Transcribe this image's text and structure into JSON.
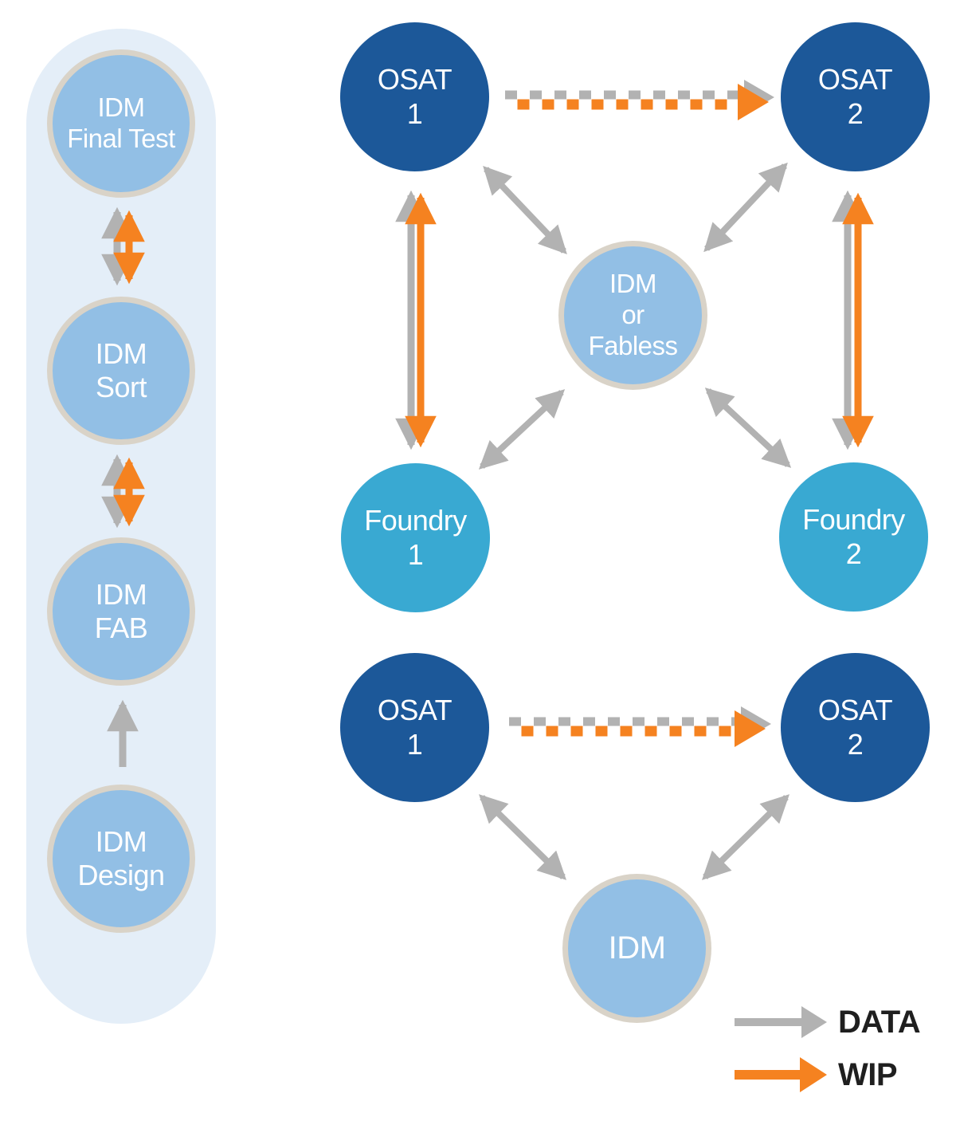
{
  "colors": {
    "dark_blue_node": "#1C5899",
    "cyan_node": "#39A9D2",
    "light_blue_node": "#92BFE5",
    "node_ring_gray": "#D9D3C8",
    "pill_background": "#E4EEF8",
    "arrow_gray": "#B2B2B2",
    "arrow_orange": "#F58220",
    "legend_text": "#1F1F1F"
  },
  "left_column": {
    "nodes": [
      {
        "id": "idm-final-test",
        "label": "IDM\nFinal Test"
      },
      {
        "id": "idm-sort",
        "label": "IDM\nSort"
      },
      {
        "id": "idm-fab",
        "label": "IDM\nFAB"
      },
      {
        "id": "idm-design",
        "label": "IDM\nDesign"
      }
    ],
    "connections": [
      {
        "from": "IDM Final Test",
        "to": "IDM Sort",
        "arrows": [
          "DATA",
          "WIP"
        ],
        "bidirectional": true
      },
      {
        "from": "IDM Sort",
        "to": "IDM FAB",
        "arrows": [
          "DATA",
          "WIP"
        ],
        "bidirectional": true
      },
      {
        "from": "IDM Design",
        "to": "IDM FAB",
        "arrows": [
          "DATA"
        ],
        "bidirectional": false
      }
    ]
  },
  "top_network": {
    "nodes": [
      {
        "id": "osat-1",
        "label": "OSAT\n1"
      },
      {
        "id": "osat-2",
        "label": "OSAT\n2"
      },
      {
        "id": "idm-or-fabless",
        "label": "IDM\nor\nFabless"
      },
      {
        "id": "foundry-1",
        "label": "Foundry\n1"
      },
      {
        "id": "foundry-2",
        "label": "Foundry\n2"
      }
    ],
    "connections": [
      {
        "from": "OSAT 1",
        "to": "OSAT 2",
        "arrows": [
          "DATA",
          "WIP"
        ],
        "style": "dashed",
        "bidirectional": false
      },
      {
        "from": "OSAT 1",
        "to": "Foundry 1",
        "arrows": [
          "DATA",
          "WIP"
        ],
        "bidirectional": true
      },
      {
        "from": "OSAT 2",
        "to": "Foundry 2",
        "arrows": [
          "DATA",
          "WIP"
        ],
        "bidirectional": true
      },
      {
        "from": "OSAT 1",
        "to": "IDM or Fabless",
        "arrows": [
          "DATA"
        ],
        "bidirectional": true
      },
      {
        "from": "OSAT 2",
        "to": "IDM or Fabless",
        "arrows": [
          "DATA"
        ],
        "bidirectional": true
      },
      {
        "from": "Foundry 1",
        "to": "IDM or Fabless",
        "arrows": [
          "DATA"
        ],
        "bidirectional": true
      },
      {
        "from": "Foundry 2",
        "to": "IDM or Fabless",
        "arrows": [
          "DATA"
        ],
        "bidirectional": true
      }
    ]
  },
  "bottom_network": {
    "nodes": [
      {
        "id": "osat-1",
        "label": "OSAT\n1"
      },
      {
        "id": "osat-2",
        "label": "OSAT\n2"
      },
      {
        "id": "idm",
        "label": "IDM"
      }
    ],
    "connections": [
      {
        "from": "OSAT 1",
        "to": "OSAT 2",
        "arrows": [
          "DATA",
          "WIP"
        ],
        "style": "dashed",
        "bidirectional": false
      },
      {
        "from": "OSAT 1",
        "to": "IDM",
        "arrows": [
          "DATA"
        ],
        "bidirectional": true
      },
      {
        "from": "OSAT 2",
        "to": "IDM",
        "arrows": [
          "DATA"
        ],
        "bidirectional": true
      }
    ]
  },
  "legend": {
    "items": [
      {
        "id": "data",
        "label": "DATA",
        "color": "#B2B2B2"
      },
      {
        "id": "wip",
        "label": "WIP",
        "color": "#F58220"
      }
    ]
  }
}
